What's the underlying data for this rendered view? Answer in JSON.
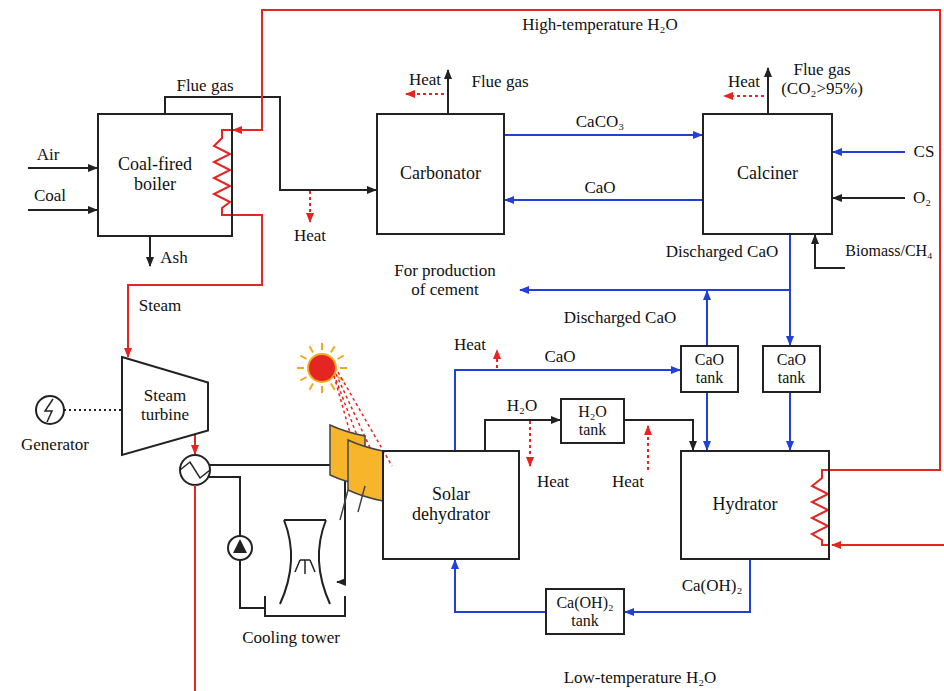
{
  "diagram": {
    "nodes": [
      {
        "text": [
          "Coal-fired boiler"
        ]
      },
      {
        "text": [
          "Carbonator"
        ]
      },
      {
        "text": [
          "Calciner"
        ]
      },
      {
        "text": [
          "Steam turbine"
        ]
      },
      {
        "text": [
          "Solar dehydrator"
        ]
      },
      {
        "text": [
          "H₂O tank"
        ]
      },
      {
        "text": [
          "CaO tank"
        ]
      },
      {
        "text": [
          "CaO tank"
        ]
      },
      {
        "text": [
          "Hydrator"
        ]
      },
      {
        "text": [
          "Ca(OH)₂ tank"
        ]
      }
    ],
    "edges": [
      {
        "from": 0,
        "to": 1,
        "arrow": "to",
        "label": "Flue gas"
      },
      {
        "from": 1,
        "to": 2,
        "arrow": "to",
        "label": "CaCO₃"
      },
      {
        "from": 2,
        "to": 1,
        "arrow": "to",
        "label": "CaO"
      },
      {
        "from": 0,
        "to": 3,
        "arrow": "to",
        "label": "Steam"
      },
      {
        "from": 2,
        "to": 7,
        "arrow": "to",
        "label": "Discharged CaO"
      },
      {
        "from": 4,
        "to": 6,
        "arrow": "to",
        "label": "CaO"
      },
      {
        "from": 4,
        "to": 5,
        "arrow": "to",
        "label": "H₂O"
      },
      {
        "from": 5,
        "to": 8,
        "arrow": "to"
      },
      {
        "from": 6,
        "to": 8,
        "arrow": "to"
      },
      {
        "from": 7,
        "to": 8,
        "arrow": "to"
      },
      {
        "from": 8,
        "to": 9,
        "arrow": "to",
        "label": "Ca(OH)₂"
      },
      {
        "from": 9,
        "to": 4,
        "arrow": "to"
      },
      {
        "from": 8,
        "to": 0,
        "arrow": "to",
        "label": "High-temperature H₂O"
      }
    ],
    "labels": [
      "Air",
      "Coal",
      "Ash",
      "Heat",
      "Flue gas",
      "Heat",
      "Flue gas (CO₂>95%)",
      "Heat",
      "CS",
      "O₂",
      "Biomass/CH₄",
      "For production of cement",
      "Discharged CaO",
      "Heat",
      "Heat",
      "Heat",
      "Generator",
      "Cooling tower",
      "Low-temperature H₂O"
    ]
  }
}
